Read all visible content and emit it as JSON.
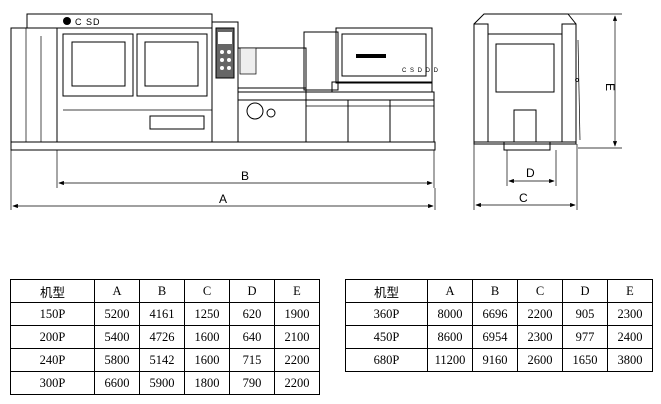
{
  "brand_label": "C SD",
  "rear_panel_label": "C S D D D",
  "dimensions": {
    "A": "A",
    "B": "B",
    "C": "C",
    "D": "D",
    "E": "E"
  },
  "table_left": {
    "headers": [
      "机型",
      "A",
      "B",
      "C",
      "D",
      "E"
    ],
    "rows": [
      [
        "150P",
        "5200",
        "4161",
        "1250",
        "620",
        "1900"
      ],
      [
        "200P",
        "5400",
        "4726",
        "1600",
        "640",
        "2100"
      ],
      [
        "240P",
        "5800",
        "5142",
        "1600",
        "715",
        "2200"
      ],
      [
        "300P",
        "6600",
        "5900",
        "1800",
        "790",
        "2200"
      ]
    ]
  },
  "table_right": {
    "headers": [
      "机型",
      "A",
      "B",
      "C",
      "D",
      "E"
    ],
    "rows": [
      [
        "360P",
        "8000",
        "6696",
        "2200",
        "905",
        "2300"
      ],
      [
        "450P",
        "8600",
        "6954",
        "2300",
        "977",
        "2400"
      ],
      [
        "680P",
        "11200",
        "9160",
        "2600",
        "1650",
        "3800"
      ]
    ]
  }
}
